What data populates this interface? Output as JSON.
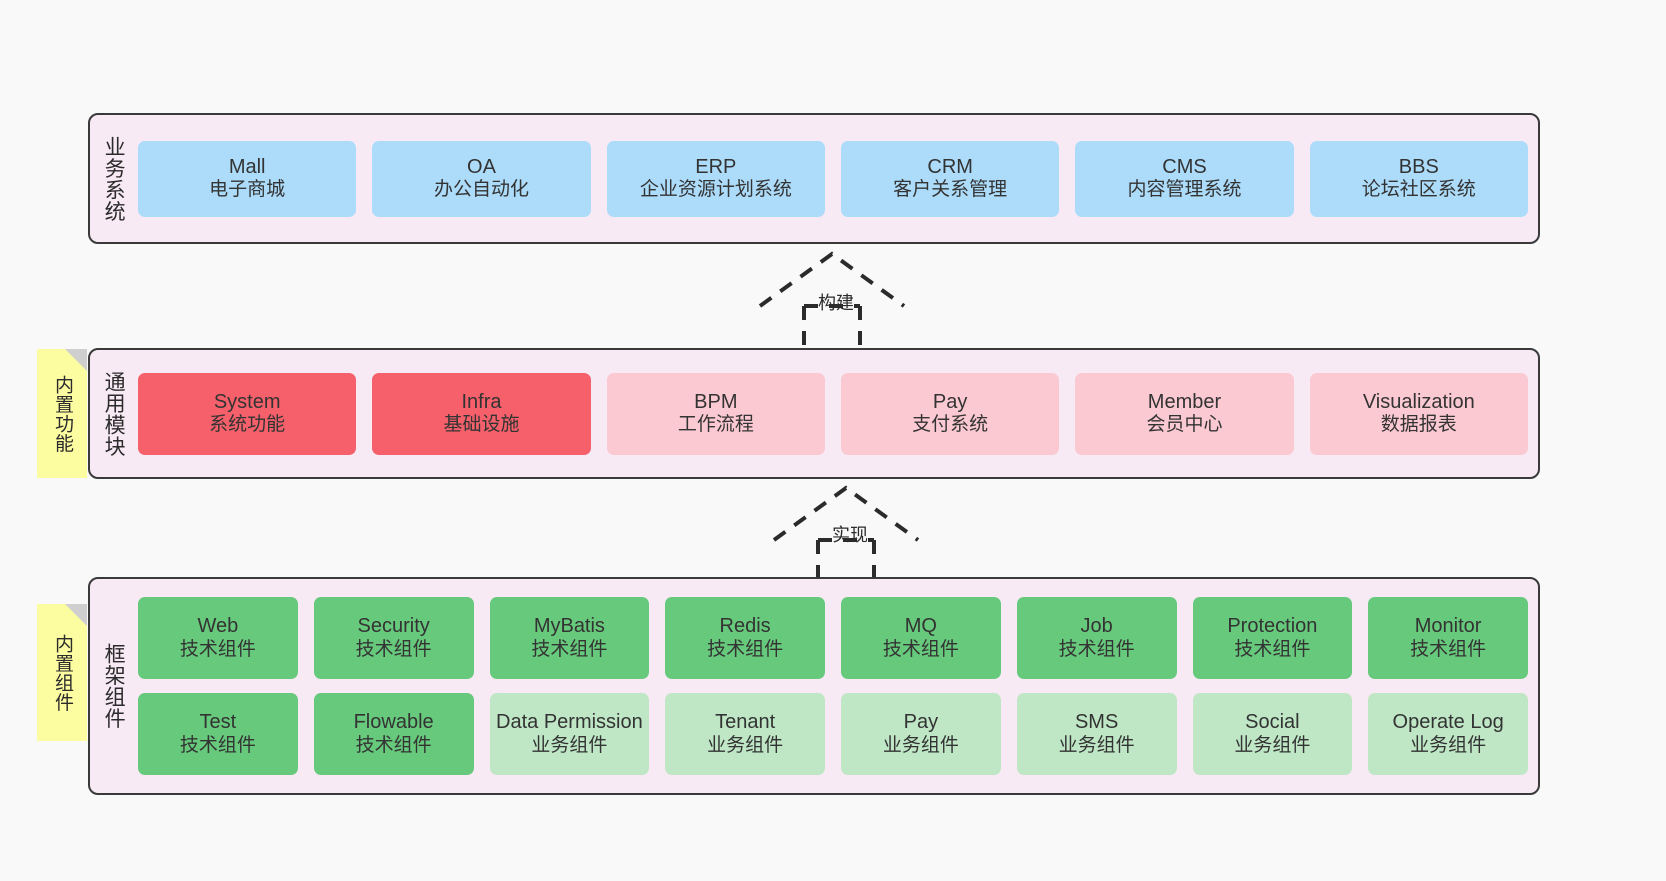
{
  "diagram": {
    "background": "#f9f9f9",
    "palette": {
      "panel_bg": "#f8eaf4",
      "panel_border": "#3a3a3a",
      "blue": "#ACDCFA",
      "red": "#F5606B",
      "pink": "#FBC9D2",
      "green": "#67C97C",
      "light_green": "#BFE7C6",
      "note_yellow": "#FCFCA0",
      "text": "#333333"
    }
  },
  "notes": [
    {
      "id": "built-in-features",
      "label": "内置功能"
    },
    {
      "id": "built-in-components",
      "label": "内置组件"
    }
  ],
  "connectors": [
    {
      "id": "build",
      "label": "构建",
      "style": "dashed-generalization",
      "direction": "up"
    },
    {
      "id": "implement",
      "label": "实现",
      "style": "dashed-generalization",
      "direction": "up"
    }
  ],
  "layers": [
    {
      "id": "business-systems",
      "title": "业务系统",
      "rows": [
        {
          "cells": [
            {
              "name": "Mall",
              "sub": "电子商城",
              "color": "#ACDCFA"
            },
            {
              "name": "OA",
              "sub": "办公自动化",
              "color": "#ACDCFA"
            },
            {
              "name": "ERP",
              "sub": "企业资源计划系统",
              "color": "#ACDCFA"
            },
            {
              "name": "CRM",
              "sub": "客户关系管理",
              "color": "#ACDCFA"
            },
            {
              "name": "CMS",
              "sub": "内容管理系统",
              "color": "#ACDCFA"
            },
            {
              "name": "BBS",
              "sub": "论坛社区系统",
              "color": "#ACDCFA"
            }
          ]
        }
      ]
    },
    {
      "id": "common-modules",
      "title": "通用模块",
      "rows": [
        {
          "cells": [
            {
              "name": "System",
              "sub": "系统功能",
              "color": "#F5606B"
            },
            {
              "name": "Infra",
              "sub": "基础设施",
              "color": "#F5606B"
            },
            {
              "name": "BPM",
              "sub": "工作流程",
              "color": "#FBC9D2"
            },
            {
              "name": "Pay",
              "sub": "支付系统",
              "color": "#FBC9D2"
            },
            {
              "name": "Member",
              "sub": "会员中心",
              "color": "#FBC9D2"
            },
            {
              "name": "Visualization",
              "sub": "数据报表",
              "color": "#FBC9D2"
            }
          ]
        }
      ]
    },
    {
      "id": "framework-components",
      "title": "框架组件",
      "rows": [
        {
          "cells": [
            {
              "name": "Web",
              "sub": "技术组件",
              "color": "#67C97C"
            },
            {
              "name": "Security",
              "sub": "技术组件",
              "color": "#67C97C"
            },
            {
              "name": "MyBatis",
              "sub": "技术组件",
              "color": "#67C97C"
            },
            {
              "name": "Redis",
              "sub": "技术组件",
              "color": "#67C97C"
            },
            {
              "name": "MQ",
              "sub": "技术组件",
              "color": "#67C97C"
            },
            {
              "name": "Job",
              "sub": "技术组件",
              "color": "#67C97C"
            },
            {
              "name": "Protection",
              "sub": "技术组件",
              "color": "#67C97C"
            },
            {
              "name": "Monitor",
              "sub": "技术组件",
              "color": "#67C97C"
            }
          ]
        },
        {
          "cells": [
            {
              "name": "Test",
              "sub": "技术组件",
              "color": "#67C97C"
            },
            {
              "name": "Flowable",
              "sub": "技术组件",
              "color": "#67C97C"
            },
            {
              "name": "Data Permission",
              "sub": "业务组件",
              "color": "#BFE7C6"
            },
            {
              "name": "Tenant",
              "sub": "业务组件",
              "color": "#BFE7C6"
            },
            {
              "name": "Pay",
              "sub": "业务组件",
              "color": "#BFE7C6"
            },
            {
              "name": "SMS",
              "sub": "业务组件",
              "color": "#BFE7C6"
            },
            {
              "name": "Social",
              "sub": "业务组件",
              "color": "#BFE7C6"
            },
            {
              "name": "Operate Log",
              "sub": "业务组件",
              "color": "#BFE7C6"
            }
          ]
        }
      ]
    }
  ]
}
